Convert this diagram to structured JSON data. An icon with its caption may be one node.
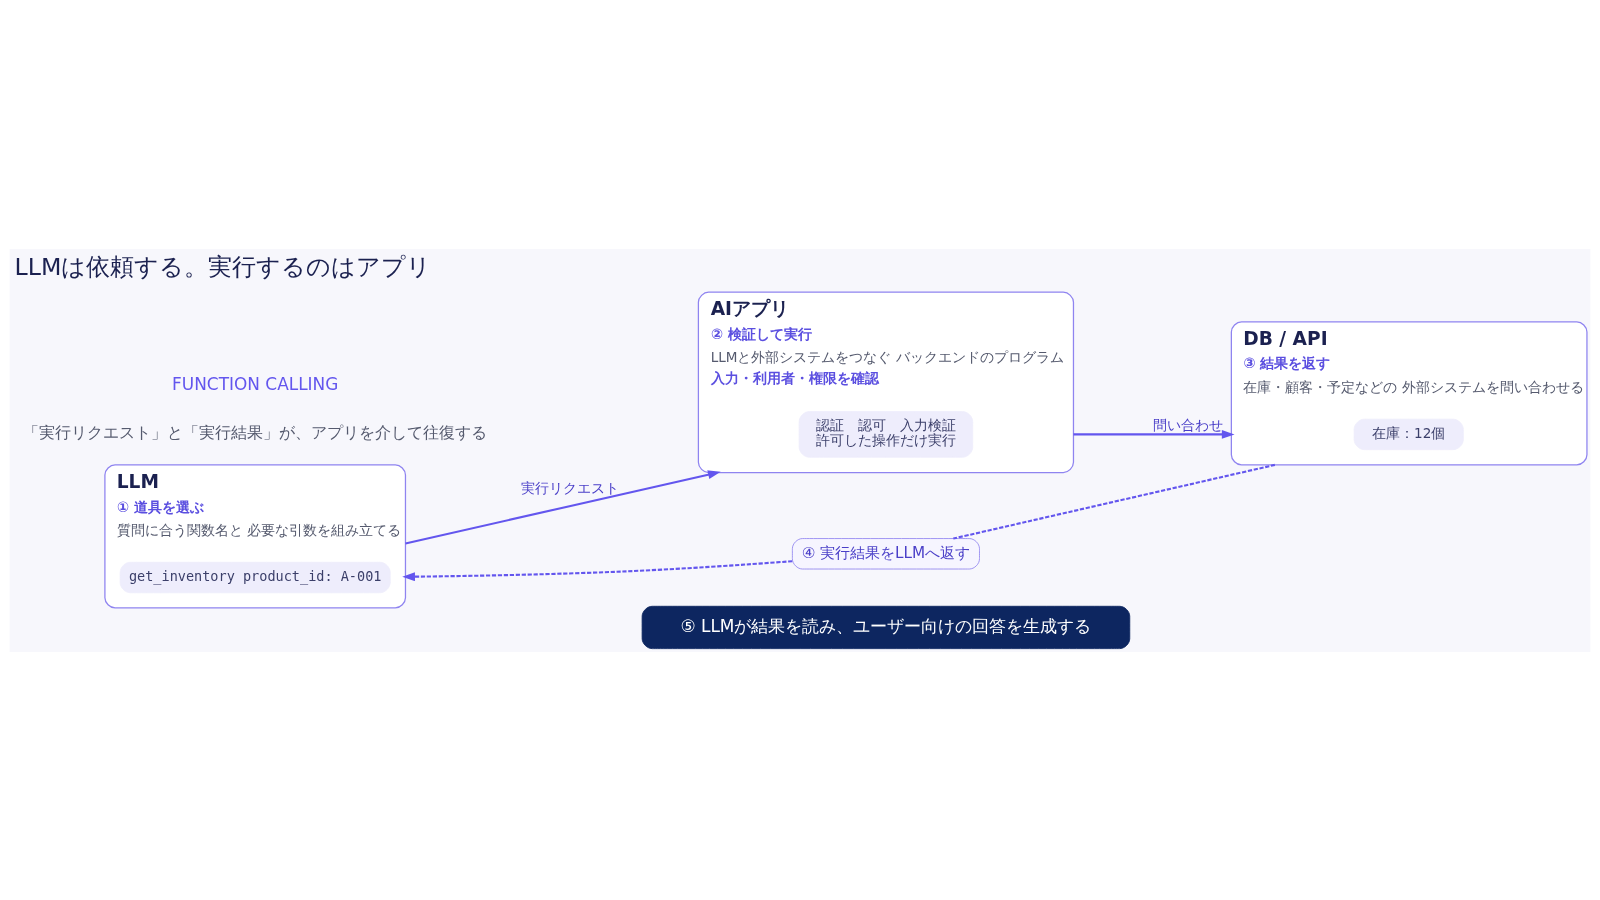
{
  "diagram": {
    "title": "LLMは依頼する。実行するのはアプリ",
    "nodes": [
      {
        "text": [
          "LLM",
          "① 道具を選ぶ",
          "質問に合う関数名と 必要な引数を組み立てる"
        ]
      },
      {
        "text": [
          "get_inventory product_id: A-001"
        ],
        "in": 0
      },
      {
        "text": [
          "AIアプリ",
          "② 検証して実行",
          "LLMと外部システムをつなぐ バックエンドのプログラム",
          "入力・利用者・権限を確認"
        ]
      },
      {
        "text": [
          "認証　認可　入力検証",
          "許可した操作だけ実行"
        ],
        "in": 2
      },
      {
        "text": [
          "DB / API",
          "③ 結果を返す",
          "在庫・顧客・予定などの 外部システムを問い合わせる"
        ]
      },
      {
        "text": [
          "在庫：12個"
        ],
        "in": 4
      },
      {
        "text": [
          "④ 実行結果をLLMへ返す"
        ]
      },
      {
        "text": [
          "⑤ LLMが結果を読み、ユーザー向けの回答を生成する"
        ]
      }
    ],
    "edges": [
      {
        "from": 0,
        "to": 2,
        "arrow": "to",
        "label": "実行リクエスト"
      },
      {
        "from": 2,
        "to": 4,
        "arrow": "to",
        "label": "問い合わせ"
      },
      {
        "from": 4,
        "to": 6,
        "arrow": "none",
        "style": "dashed"
      },
      {
        "from": 6,
        "to": 0,
        "arrow": "to",
        "style": "dashed"
      }
    ],
    "labels": [
      "FUNCTION CALLING",
      "「実行リクエスト」と「実行結果」が、アプリを介して往復する"
    ]
  }
}
